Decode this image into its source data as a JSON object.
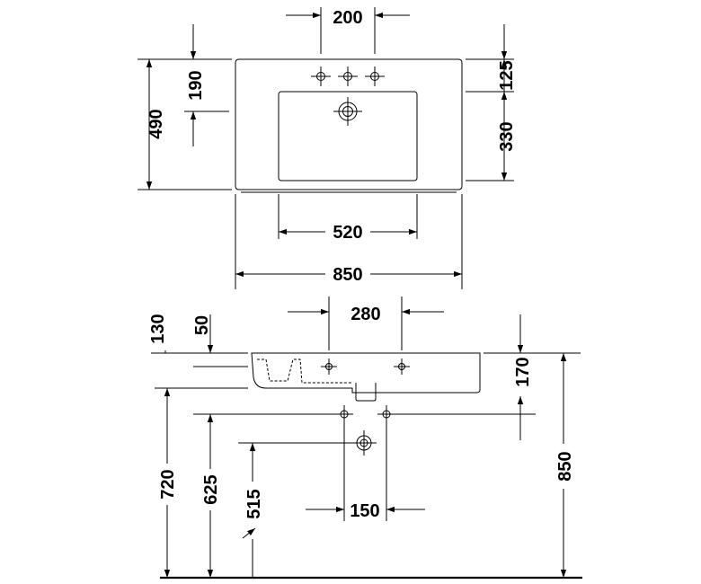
{
  "top_view": {
    "tap_spacing": "200",
    "tap_hole_offset": "190",
    "total_depth": "490",
    "front_offset": "125",
    "bowl_depth": "330",
    "bowl_width": "520",
    "total_width": "850"
  },
  "side_view": {
    "tap_hole_depth": "280",
    "rim_thickness": "130",
    "overflow_offset": "50",
    "basin_height": "170",
    "height_720": "720",
    "height_625": "625",
    "height_515": "515",
    "waste_spacing": "150",
    "rim_height": "850"
  }
}
